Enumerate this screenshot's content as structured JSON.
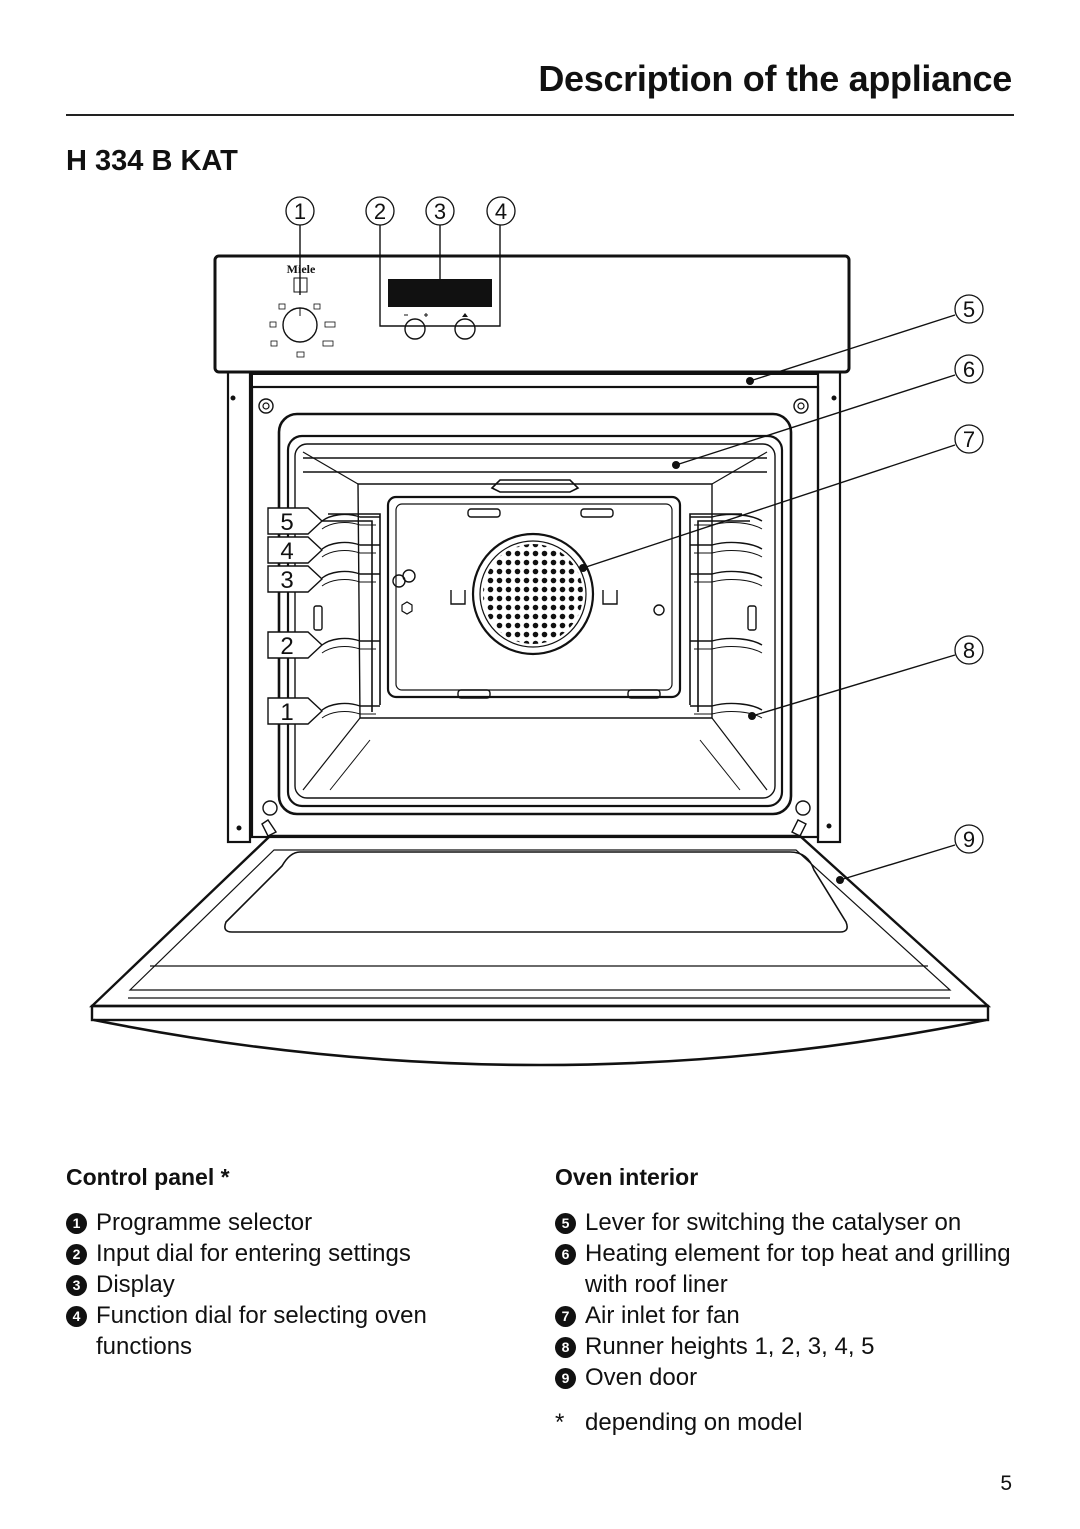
{
  "header": {
    "title": "Description of the appliance",
    "model": "H 334 B KAT"
  },
  "diagram": {
    "brand": "Miele",
    "callouts": [
      "1",
      "2",
      "3",
      "4",
      "5",
      "6",
      "7",
      "8",
      "9"
    ],
    "runner_labels": [
      "5",
      "4",
      "3",
      "2",
      "1"
    ]
  },
  "control_panel": {
    "heading": "Control panel *",
    "items": [
      {
        "num": "1",
        "text": "Programme selector"
      },
      {
        "num": "2",
        "text": "Input dial for entering settings"
      },
      {
        "num": "3",
        "text": "Display"
      },
      {
        "num": "4",
        "text": "Function dial for selecting oven functions"
      }
    ]
  },
  "oven_interior": {
    "heading": "Oven interior",
    "items": [
      {
        "num": "5",
        "text": "Lever for switching the catalyser on"
      },
      {
        "num": "6",
        "text": "Heating element for top heat and grilling with roof liner"
      },
      {
        "num": "7",
        "text": "Air inlet for fan"
      },
      {
        "num": "8",
        "text": "Runner heights 1, 2, 3, 4, 5"
      },
      {
        "num": "9",
        "text": "Oven door"
      }
    ],
    "footnote_mark": "*",
    "footnote": "depending on model"
  },
  "page_number": "5"
}
